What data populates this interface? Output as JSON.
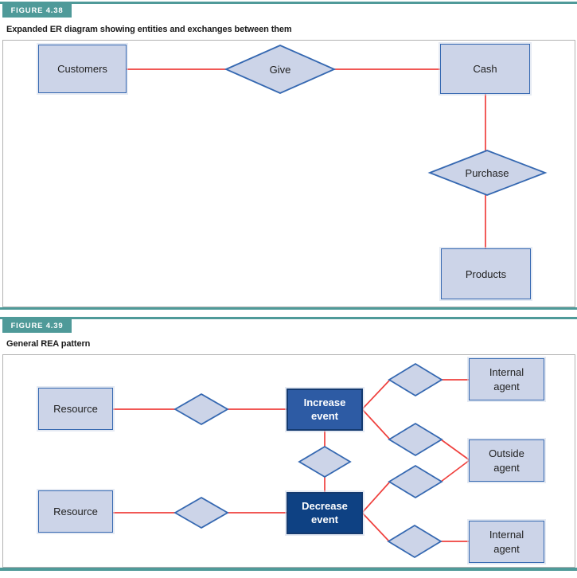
{
  "colors": {
    "teal": "#4f9a99",
    "entity_fill": "#ccd4e8",
    "entity_border": "#3568b1",
    "event_increase_fill": "#2d5ba4",
    "event_decrease_fill": "#0e4183",
    "event_border": "#143a70",
    "line_red": "#ef403d",
    "content_border": "#b3b3b3",
    "caption_color": "#1a1a1a"
  },
  "figure_38": {
    "label": "FIGURE 4.38",
    "caption": "Expanded ER diagram showing entities and exchanges between them",
    "nodes": {
      "customers": "Customers",
      "give": "Give",
      "cash": "Cash",
      "purchase": "Purchase",
      "products": "Products"
    }
  },
  "figure_39": {
    "label": "FIGURE 4.39",
    "caption": "General REA pattern",
    "nodes": {
      "resource_top": "Resource",
      "increase_event": "Increase event",
      "internal_agent_top": "Internal agent",
      "outside_agent": "Outside agent",
      "resource_bottom": "Resource",
      "decrease_event": "Decrease event",
      "internal_agent_bottom": "Internal agent"
    }
  }
}
